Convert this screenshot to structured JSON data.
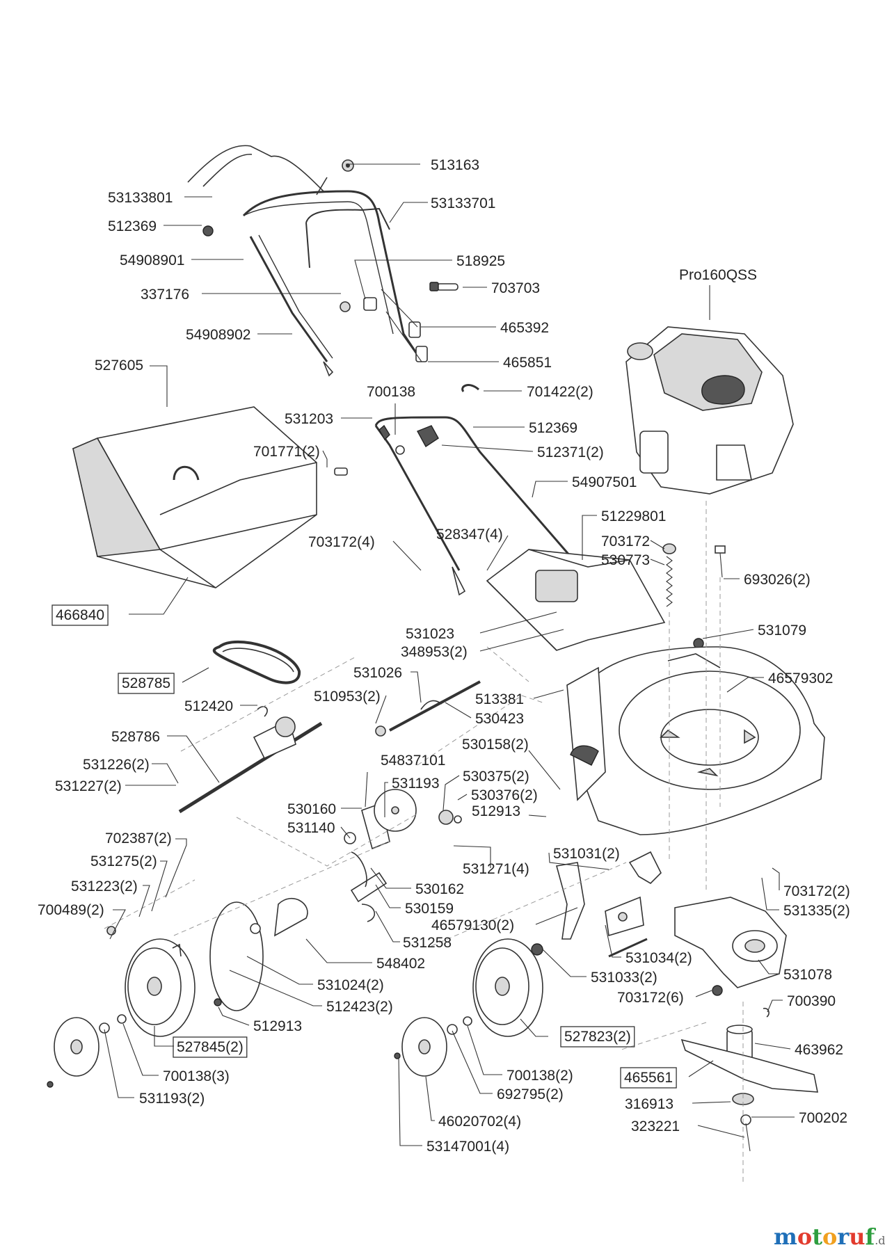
{
  "engine_label": "Pro160QSS",
  "parts": [
    {
      "id": "p513163",
      "num": "513163",
      "boxed": false
    },
    {
      "id": "p53133801",
      "num": "53133801",
      "boxed": false
    },
    {
      "id": "p53133701",
      "num": "53133701",
      "boxed": false
    },
    {
      "id": "p512369a",
      "num": "512369",
      "boxed": false
    },
    {
      "id": "p54908901",
      "num": "54908901",
      "boxed": false
    },
    {
      "id": "p518925",
      "num": "518925",
      "boxed": false
    },
    {
      "id": "p703703",
      "num": "703703",
      "boxed": false
    },
    {
      "id": "p337176",
      "num": "337176",
      "boxed": false
    },
    {
      "id": "p465392",
      "num": "465392",
      "boxed": false
    },
    {
      "id": "p54908902",
      "num": "54908902",
      "boxed": false
    },
    {
      "id": "p465851",
      "num": "465851",
      "boxed": false
    },
    {
      "id": "p527605",
      "num": "527605",
      "boxed": false
    },
    {
      "id": "p700138a",
      "num": "700138",
      "boxed": false
    },
    {
      "id": "p701422",
      "num": "701422(2)",
      "boxed": false
    },
    {
      "id": "p531203",
      "num": "531203",
      "boxed": false
    },
    {
      "id": "p512369b",
      "num": "512369",
      "boxed": false
    },
    {
      "id": "p701771",
      "num": "701771(2)",
      "boxed": false
    },
    {
      "id": "p512371",
      "num": "512371(2)",
      "boxed": false
    },
    {
      "id": "p54907501",
      "num": "54907501",
      "boxed": false
    },
    {
      "id": "p51229801",
      "num": "51229801",
      "boxed": false
    },
    {
      "id": "p528347",
      "num": "528347(4)",
      "boxed": false
    },
    {
      "id": "p703172a",
      "num": "703172(4)",
      "boxed": false
    },
    {
      "id": "p703172b",
      "num": "703172",
      "boxed": false
    },
    {
      "id": "p530773",
      "num": "530773",
      "boxed": false
    },
    {
      "id": "p693026",
      "num": "693026(2)",
      "boxed": false
    },
    {
      "id": "p466840",
      "num": "466840",
      "boxed": true
    },
    {
      "id": "p531023",
      "num": "531023",
      "boxed": false
    },
    {
      "id": "p348953",
      "num": "348953(2)",
      "boxed": false
    },
    {
      "id": "p531079",
      "num": "531079",
      "boxed": false
    },
    {
      "id": "p531026",
      "num": "531026",
      "boxed": false
    },
    {
      "id": "p528785",
      "num": "528785",
      "boxed": true
    },
    {
      "id": "p46579302",
      "num": "46579302",
      "boxed": false
    },
    {
      "id": "p510953",
      "num": "510953(2)",
      "boxed": false
    },
    {
      "id": "p513381",
      "num": "513381",
      "boxed": false
    },
    {
      "id": "p530423",
      "num": "530423",
      "boxed": false
    },
    {
      "id": "p512420",
      "num": "512420",
      "boxed": false
    },
    {
      "id": "p528786",
      "num": "528786",
      "boxed": false
    },
    {
      "id": "p530158",
      "num": "530158(2)",
      "boxed": false
    },
    {
      "id": "p54837101",
      "num": "54837101",
      "boxed": false
    },
    {
      "id": "p531226",
      "num": "531226(2)",
      "boxed": false
    },
    {
      "id": "p531193a",
      "num": "531193",
      "boxed": false
    },
    {
      "id": "p531227",
      "num": "531227(2)",
      "boxed": false
    },
    {
      "id": "p530375",
      "num": "530375(2)",
      "boxed": false
    },
    {
      "id": "p530376",
      "num": "530376(2)",
      "boxed": false
    },
    {
      "id": "p530160",
      "num": "530160",
      "boxed": false
    },
    {
      "id": "p512913a",
      "num": "512913",
      "boxed": false
    },
    {
      "id": "p531140",
      "num": "531140",
      "boxed": false
    },
    {
      "id": "p702387",
      "num": "702387(2)",
      "boxed": false
    },
    {
      "id": "p531031",
      "num": "531031(2)",
      "boxed": false
    },
    {
      "id": "p531275",
      "num": "531275(2)",
      "boxed": false
    },
    {
      "id": "p531271",
      "num": "531271(4)",
      "boxed": false
    },
    {
      "id": "p531223",
      "num": "531223(2)",
      "boxed": false
    },
    {
      "id": "p530162",
      "num": "530162",
      "boxed": false
    },
    {
      "id": "p703172c",
      "num": "703172(2)",
      "boxed": false
    },
    {
      "id": "p700489",
      "num": "700489(2)",
      "boxed": false
    },
    {
      "id": "p530159",
      "num": "530159",
      "boxed": false
    },
    {
      "id": "p531335",
      "num": "531335(2)",
      "boxed": false
    },
    {
      "id": "p46579130",
      "num": "46579130(2)",
      "boxed": false
    },
    {
      "id": "p531258",
      "num": "531258",
      "boxed": false
    },
    {
      "id": "p531034",
      "num": "531034(2)",
      "boxed": false
    },
    {
      "id": "p548402",
      "num": "548402",
      "boxed": false
    },
    {
      "id": "p531078",
      "num": "531078",
      "boxed": false
    },
    {
      "id": "p531033",
      "num": "531033(2)",
      "boxed": false
    },
    {
      "id": "p531024",
      "num": "531024(2)",
      "boxed": false
    },
    {
      "id": "p703172d",
      "num": "703172(6)",
      "boxed": false
    },
    {
      "id": "p512423",
      "num": "512423(2)",
      "boxed": false
    },
    {
      "id": "p700390",
      "num": "700390",
      "boxed": false
    },
    {
      "id": "p512913b",
      "num": "512913",
      "boxed": false
    },
    {
      "id": "p527823",
      "num": "527823(2)",
      "boxed": true
    },
    {
      "id": "p527845",
      "num": "527845(2)",
      "boxed": true
    },
    {
      "id": "p463962",
      "num": "463962",
      "boxed": false
    },
    {
      "id": "p700138b",
      "num": "700138(2)",
      "boxed": false
    },
    {
      "id": "p700138c",
      "num": "700138(3)",
      "boxed": false
    },
    {
      "id": "p465561",
      "num": "465561",
      "boxed": true
    },
    {
      "id": "p692795",
      "num": "692795(2)",
      "boxed": false
    },
    {
      "id": "p316913",
      "num": "316913",
      "boxed": false
    },
    {
      "id": "p531193b",
      "num": "531193(2)",
      "boxed": false
    },
    {
      "id": "p700202",
      "num": "700202",
      "boxed": false
    },
    {
      "id": "p46020702",
      "num": "46020702(4)",
      "boxed": false
    },
    {
      "id": "p323221",
      "num": "323221",
      "boxed": false
    },
    {
      "id": "p53147001",
      "num": "53147001(4)",
      "boxed": false
    }
  ],
  "brand": {
    "name_parts": [
      "m",
      "o",
      "t",
      "o",
      "r",
      "u",
      "f"
    ],
    "suffix": ".de",
    "colors": [
      "#1f6fb8",
      "#e23b2e",
      "#2e9e3f",
      "#f0a020",
      "#1f6fb8",
      "#e23b2e",
      "#2e9e3f"
    ],
    "suffix_color": "#666666"
  }
}
